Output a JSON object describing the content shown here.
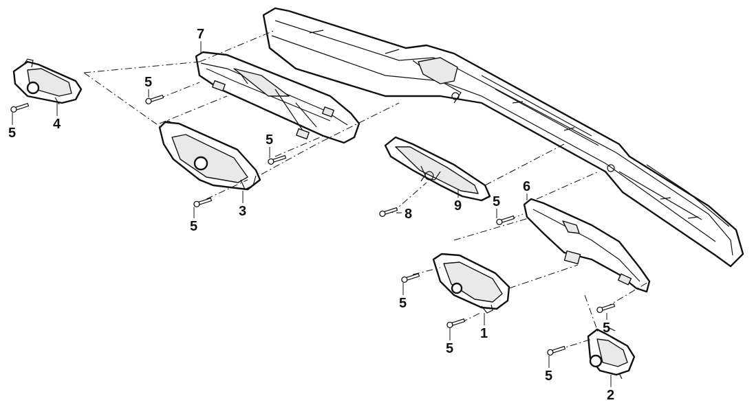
{
  "callouts": [
    {
      "id": "c1",
      "text": "1"
    },
    {
      "id": "c2",
      "text": "2"
    },
    {
      "id": "c3",
      "text": "3"
    },
    {
      "id": "c4",
      "text": "4"
    },
    {
      "id": "c5a",
      "text": "5"
    },
    {
      "id": "c5b",
      "text": "5"
    },
    {
      "id": "c5c",
      "text": "5"
    },
    {
      "id": "c5d",
      "text": "5"
    },
    {
      "id": "c5e",
      "text": "5"
    },
    {
      "id": "c5f",
      "text": "5"
    },
    {
      "id": "c5g",
      "text": "5"
    },
    {
      "id": "c5h",
      "text": "5"
    },
    {
      "id": "c5i",
      "text": "5"
    },
    {
      "id": "c6",
      "text": "6"
    },
    {
      "id": "c7",
      "text": "7"
    },
    {
      "id": "c8",
      "text": "8"
    },
    {
      "id": "c9",
      "text": "9"
    }
  ],
  "colors": {
    "line": "#111111",
    "shade": "#e9e9e9",
    "background": "#ffffff"
  }
}
